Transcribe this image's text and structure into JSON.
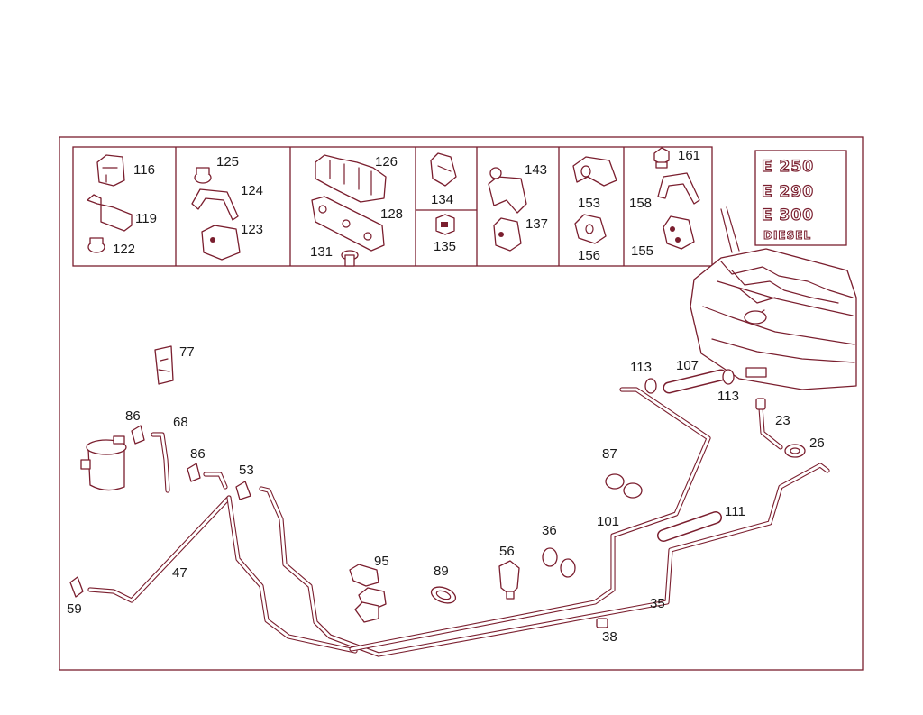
{
  "badges": [
    "E 250",
    "E 290",
    "E 300",
    "DIESEL"
  ],
  "labels": {
    "p116": "116",
    "p119": "119",
    "p122": "122",
    "p125": "125",
    "p124": "124",
    "p123": "123",
    "p126": "126",
    "p128": "128",
    "p131": "131",
    "p134": "134",
    "p135": "135",
    "p143": "143",
    "p137": "137",
    "p153": "153",
    "p156": "156",
    "p161": "161",
    "p158": "158",
    "p155": "155",
    "p77": "77",
    "p86a": "86",
    "p68": "68",
    "p86b": "86",
    "p53": "53",
    "p47": "47",
    "p59": "59",
    "p95": "95",
    "p89": "89",
    "p56": "56",
    "p36": "36",
    "p38": "38",
    "p35": "35",
    "p101": "101",
    "p111": "111",
    "p87": "87",
    "p26": "26",
    "p23": "23",
    "p113a": "113",
    "p107": "107",
    "p113b": "113"
  }
}
